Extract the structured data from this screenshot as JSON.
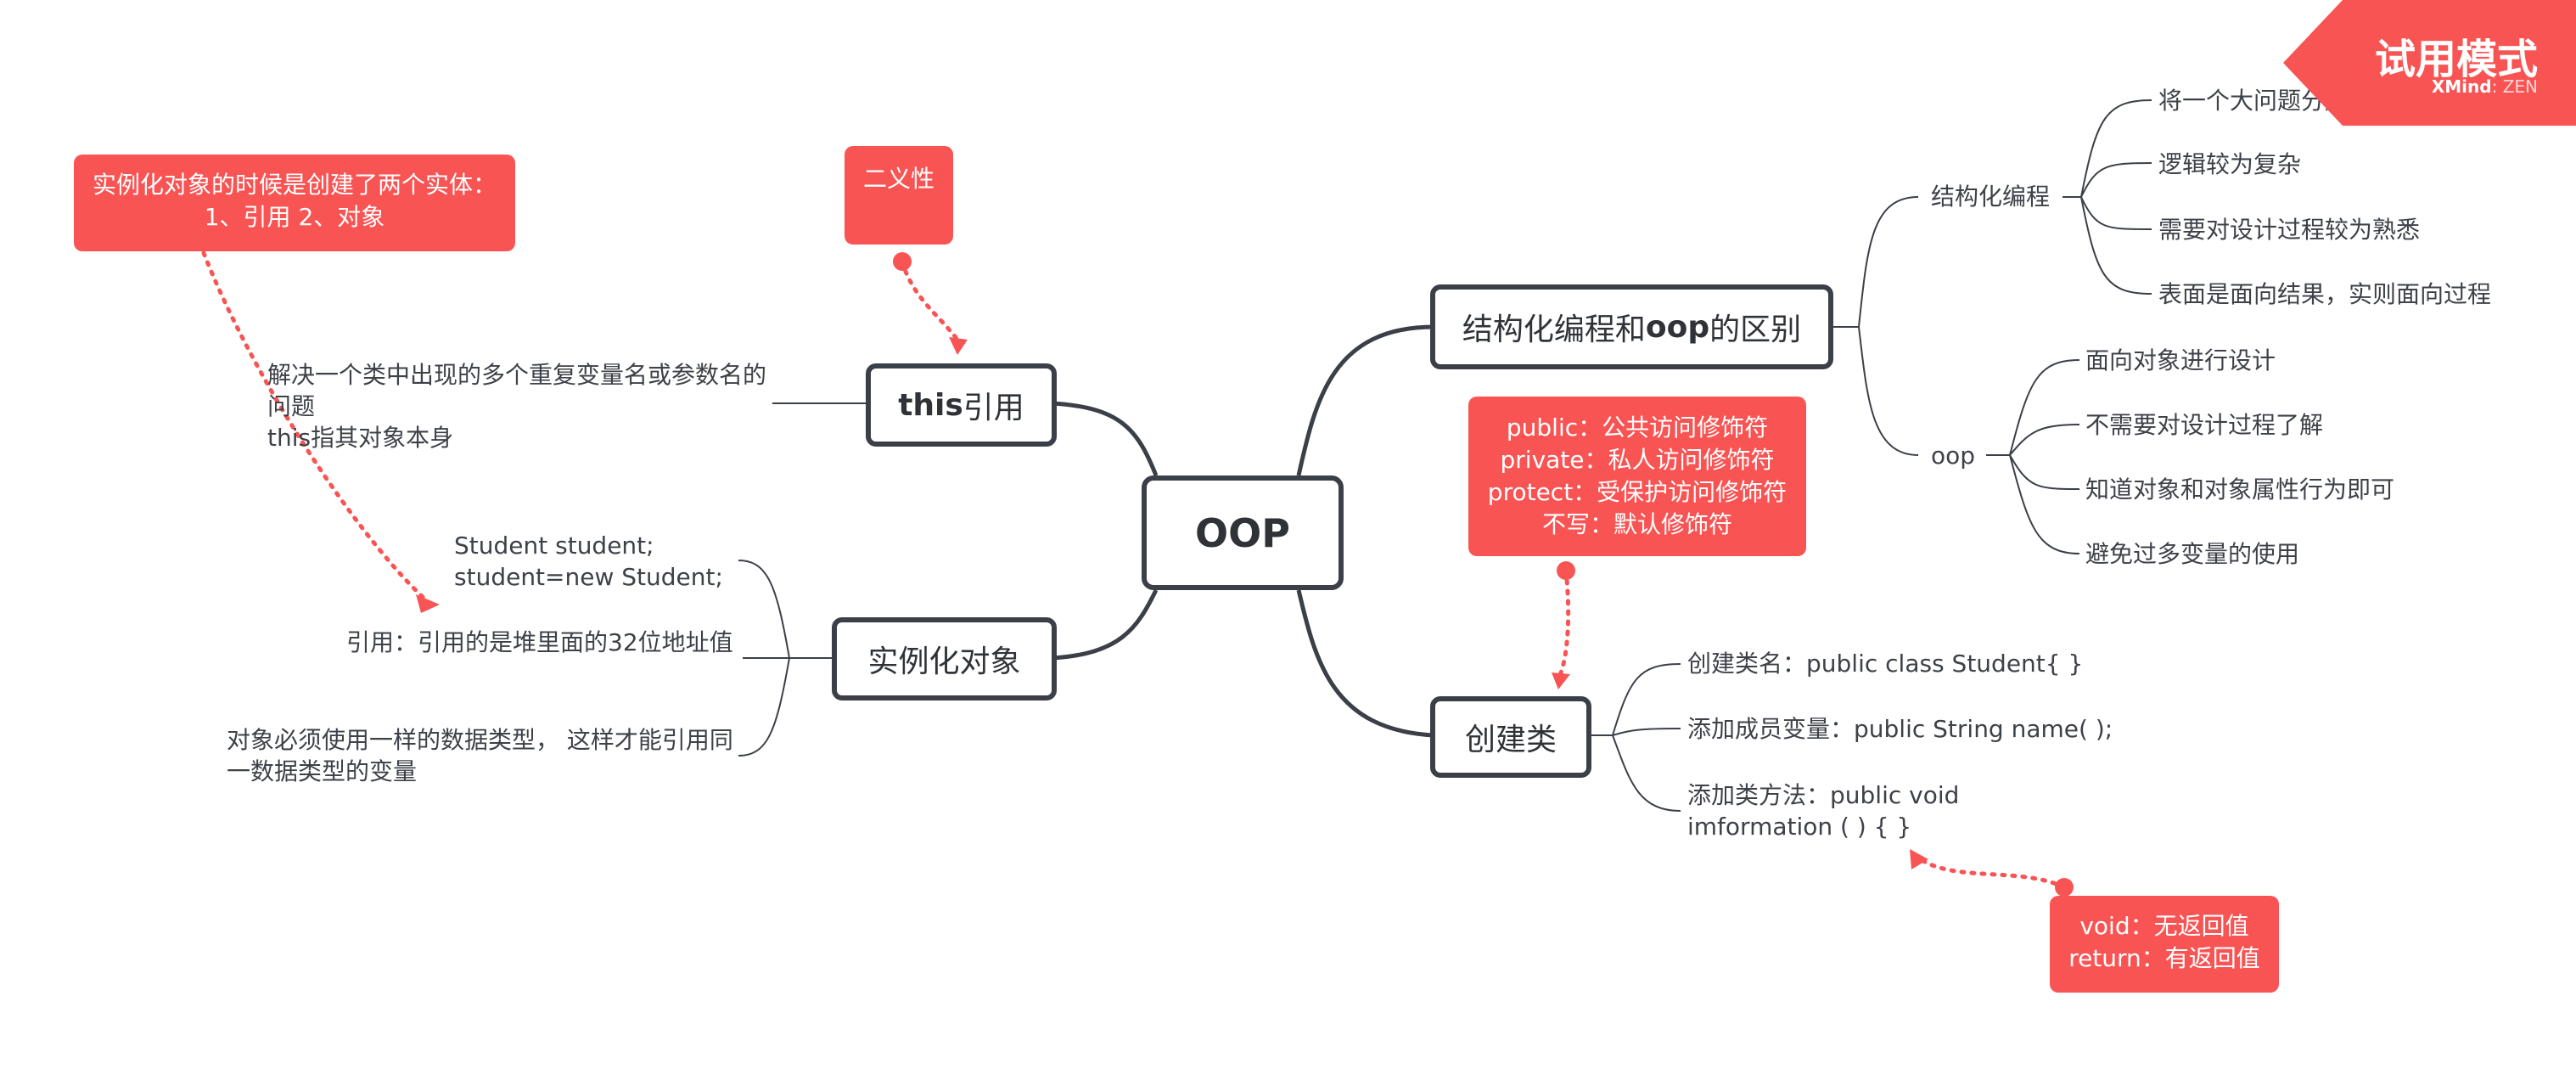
{
  "root": {
    "label": "OOP"
  },
  "nodes": {
    "structured_vs_oop": {
      "label_pre": "结构化编程和",
      "label_bold": "oop",
      "label_post": "的区别"
    },
    "create_class": {
      "label": "创建类"
    },
    "this_ref": {
      "label_bold": "this",
      "label_rest": "引用"
    },
    "instantiate": {
      "label": "实例化对象"
    }
  },
  "subnodes": {
    "structured": {
      "label": "结构化编程"
    },
    "oop": {
      "label": "oop"
    }
  },
  "leaves": {
    "structured": [
      "将一个大问题分解为多个小问题",
      "逻辑较为复杂",
      "需要对设计过程较为熟悉",
      "表面是面向结果，实则面向过程"
    ],
    "oop": [
      "面向对象进行设计",
      "不需要对设计过程了解",
      "知道对象和对象属性行为即可",
      "避免过多变量的使用"
    ],
    "create_class": [
      "创建类名：public class Student{  }",
      "添加成员变量：public String name(  );",
      "添加类方法：public void",
      "imformation  ( )  {   }"
    ],
    "this_ref": [
      "解决一个类中出现的多个重复变量名或参数名的",
      "问题",
      "this指其对象本身"
    ],
    "instantiate": [
      "Student  student;",
      "student=new Student;",
      "引用：引用的是堆里面的32位地址值",
      "对象必须使用一样的数据类型， 这样才能引用同",
      "一数据类型的变量"
    ]
  },
  "notes": {
    "modifiers": [
      "public：公共访问修饰符",
      "private：私人访问修饰符",
      "protect：受保护访问修饰符",
      "不写：默认修饰符"
    ],
    "return": [
      "void：无返回值",
      "return：有返回值"
    ],
    "duality": "二义性",
    "two_entities": [
      "实例化对象的时候是创建了两个实体：",
      "1、引用   2、对象"
    ]
  },
  "trial": {
    "title": "试用模式",
    "brand_bold": "XMind",
    "brand_rest": ": ZEN"
  },
  "colors": {
    "line": "#3b4048",
    "accent": "#f95454",
    "text": "#3d4148"
  }
}
